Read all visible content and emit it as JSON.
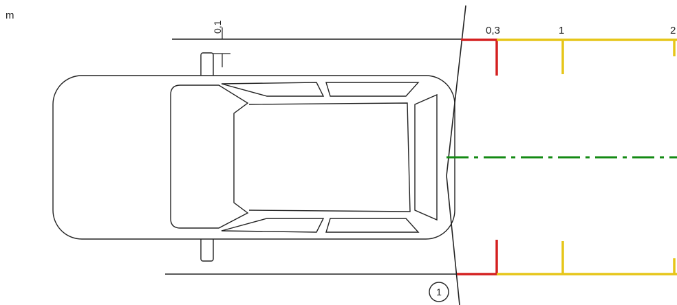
{
  "unit_label": "m",
  "clearance_label": "0,1",
  "distance_markers": [
    {
      "label": "0,3",
      "color": "#d42020"
    },
    {
      "label": "1",
      "color": "#e6c619"
    },
    {
      "label": "2",
      "color": "#e6c619"
    }
  ],
  "callout_label": "1",
  "colors": {
    "near_zone": "#d42020",
    "far_zone": "#e6c619",
    "centerline": "#138a13",
    "outline": "#222222"
  }
}
